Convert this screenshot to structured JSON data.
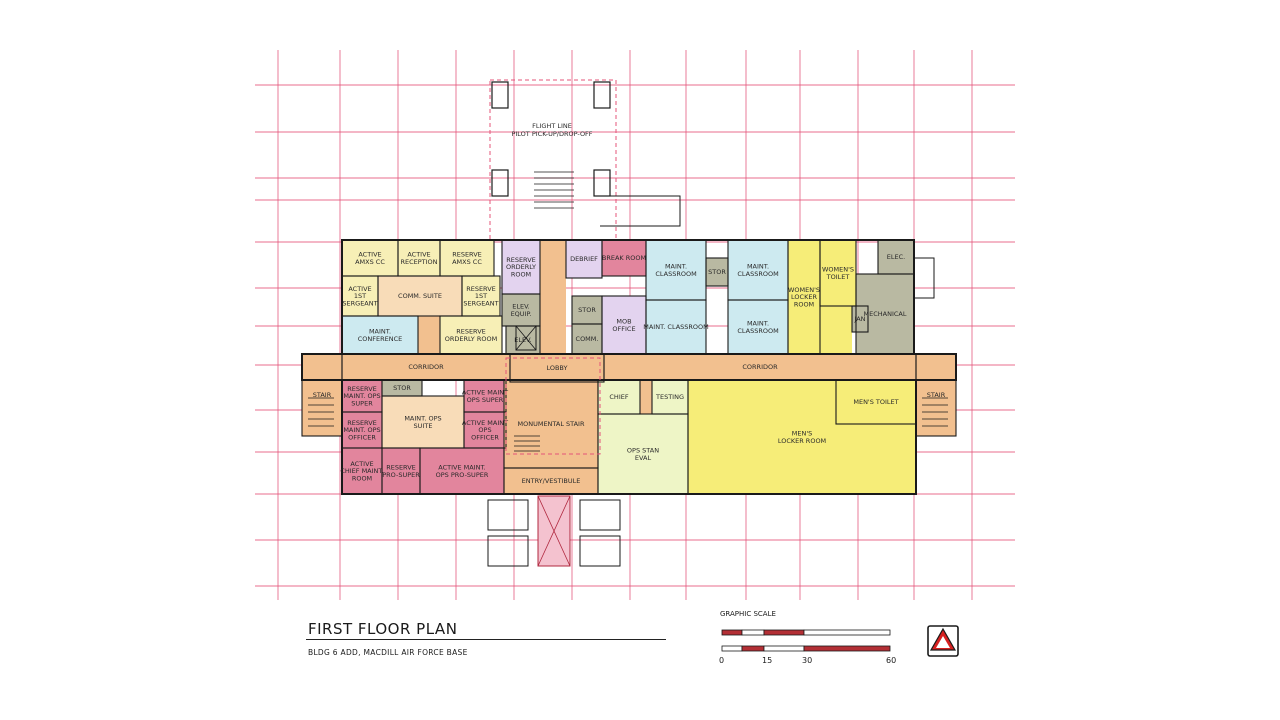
{
  "colors": {
    "grid": "#e4547a",
    "wall": "#1a1a1a",
    "peach": "#f2c08f",
    "yellow": "#f6ed78",
    "cream": "#f7efb6",
    "pink": "#e2859d",
    "blue": "#cdeaf0",
    "lavender": "#e3d3ef",
    "sage": "#b9b9a2",
    "lightpeach": "#f8dcb8",
    "palegreen": "#eef5c6",
    "north": "#d62020"
  },
  "title": "FIRST FLOOR PLAN",
  "subtitle": "BLDG 6 ADD, MACDILL AIR FORCE BASE",
  "scale": {
    "title": "GRAPHIC SCALE",
    "ticks": [
      "0",
      "15",
      "30",
      "60"
    ]
  },
  "rooms": [
    {
      "id": "active-amxs-cc",
      "label": [
        "ACTIVE",
        "AMXS CC"
      ],
      "color": "cream"
    },
    {
      "id": "active-reception",
      "label": [
        "ACTIVE",
        "RECEPTION"
      ],
      "color": "cream"
    },
    {
      "id": "reserve-amxs-cc",
      "label": [
        "RESERVE",
        "AMXS CC"
      ],
      "color": "cream"
    },
    {
      "id": "active-1st-sergeant",
      "label": [
        "ACTIVE",
        "1ST",
        "SERGEANT"
      ],
      "color": "cream"
    },
    {
      "id": "comm-suite",
      "label": [
        "COMM. SUITE"
      ],
      "color": "lightpeach"
    },
    {
      "id": "reserve-1st-sergeant",
      "label": [
        "RESERVE",
        "1ST",
        "SERGEANT"
      ],
      "color": "cream"
    },
    {
      "id": "maint-conference",
      "label": [
        "MAINT.",
        "CONFERENCE"
      ],
      "color": "blue"
    },
    {
      "id": "reserve-orderly-room-south",
      "label": [
        "RESERVE",
        "ORDERLY ROOM"
      ],
      "color": "cream"
    },
    {
      "id": "reserve-orderly-room-north",
      "label": [
        "RESERVE",
        "ORDERLY",
        "ROOM"
      ],
      "color": "lavender"
    },
    {
      "id": "elev-equip",
      "label": [
        "ELEV.",
        "EQUIP."
      ],
      "color": "sage"
    },
    {
      "id": "elev",
      "label": [
        "ELEV."
      ],
      "color": "sage"
    },
    {
      "id": "debrief",
      "label": [
        "DEBRIEF"
      ],
      "color": "lavender"
    },
    {
      "id": "break-room",
      "label": [
        "BREAK ROOM"
      ],
      "color": "pink"
    },
    {
      "id": "stor-north",
      "label": [
        "STOR"
      ],
      "color": "sage"
    },
    {
      "id": "comm",
      "label": [
        "COMM."
      ],
      "color": "sage"
    },
    {
      "id": "mob-office",
      "label": [
        "MOB",
        "OFFICE"
      ],
      "color": "lavender"
    },
    {
      "id": "maint-classroom-1",
      "label": [
        "MAINT.",
        "CLASSROOM"
      ],
      "color": "blue"
    },
    {
      "id": "maint-classroom-2",
      "label": [
        "MAINT. CLASSROOM"
      ],
      "color": "blue"
    },
    {
      "id": "stor-east",
      "label": [
        "STOR"
      ],
      "color": "sage"
    },
    {
      "id": "maint-classroom-3",
      "label": [
        "MAINT.",
        "CLASSROOM"
      ],
      "color": "blue"
    },
    {
      "id": "maint-classroom-4",
      "label": [
        "MAINT.",
        "CLASSROOM"
      ],
      "color": "blue"
    },
    {
      "id": "womens-locker-room",
      "label": [
        "WOMEN'S",
        "LOCKER",
        "ROOM"
      ],
      "color": "yellow"
    },
    {
      "id": "womens-toilet",
      "label": [
        "WOMEN'S",
        "TOILET"
      ],
      "color": "yellow"
    },
    {
      "id": "jan",
      "label": [
        "JAN"
      ],
      "color": "sage"
    },
    {
      "id": "elec",
      "label": [
        "ELEC."
      ],
      "color": "sage"
    },
    {
      "id": "mechanical",
      "label": [
        "MECHANICAL"
      ],
      "color": "sage"
    },
    {
      "id": "stair-west",
      "label": [
        "STAIR"
      ],
      "color": "peach"
    },
    {
      "id": "corridor-west",
      "label": [
        "CORRIDOR"
      ],
      "color": "peach"
    },
    {
      "id": "lobby",
      "label": [
        "LOBBY"
      ],
      "color": "peach"
    },
    {
      "id": "corridor-east",
      "label": [
        "CORRIDOR"
      ],
      "color": "peach"
    },
    {
      "id": "stair-east",
      "label": [
        "STAIR"
      ],
      "color": "peach"
    },
    {
      "id": "reserve-maint-ops-super",
      "label": [
        "RESERVE",
        "MAINT. OPS",
        "SUPER"
      ],
      "color": "pink"
    },
    {
      "id": "reserve-maint-ops-officer",
      "label": [
        "RESERVE",
        "MAINT. OPS",
        "OFFICER"
      ],
      "color": "pink"
    },
    {
      "id": "stor-south",
      "label": [
        "STOR"
      ],
      "color": "sage"
    },
    {
      "id": "maint-ops-suite",
      "label": [
        "MAINT. OPS",
        "SUITE"
      ],
      "color": "lightpeach"
    },
    {
      "id": "active-maint-ops-super",
      "label": [
        "ACTIVE MAINT",
        "OPS SUPER"
      ],
      "color": "pink"
    },
    {
      "id": "active-maint-ops-officer",
      "label": [
        "ACTIVE MAINT",
        "OPS",
        "OFFICER"
      ],
      "color": "pink"
    },
    {
      "id": "active-chief-maint-room",
      "label": [
        "ACTIVE",
        "CHIEF MAINT.",
        "ROOM"
      ],
      "color": "pink"
    },
    {
      "id": "reserve-pro-super",
      "label": [
        "RESERVE",
        "PRO-SUPER"
      ],
      "color": "pink"
    },
    {
      "id": "active-maint-ops-pro-super",
      "label": [
        "ACTIVE MAINT.",
        "OPS PRO-SUPER"
      ],
      "color": "pink"
    },
    {
      "id": "monumental-stair",
      "label": [
        "MONUMENTAL STAIR"
      ],
      "color": "peach"
    },
    {
      "id": "entry-vestibule",
      "label": [
        "ENTRY/VESTIBULE"
      ],
      "color": "peach"
    },
    {
      "id": "chief",
      "label": [
        "CHIEF"
      ],
      "color": "palegreen"
    },
    {
      "id": "testing",
      "label": [
        "TESTING"
      ],
      "color": "palegreen"
    },
    {
      "id": "ops-stan-eval",
      "label": [
        "OPS STAN",
        "EVAL"
      ],
      "color": "palegreen"
    },
    {
      "id": "mens-toilet",
      "label": [
        "MEN'S TOILET"
      ],
      "color": "yellow"
    },
    {
      "id": "mens-locker-room",
      "label": [
        "MEN'S",
        "LOCKER ROOM"
      ],
      "color": "yellow"
    }
  ],
  "flight_line": {
    "label": [
      "FLIGHT LINE",
      "PILOT PICK-UP/DROP-OFF"
    ]
  }
}
